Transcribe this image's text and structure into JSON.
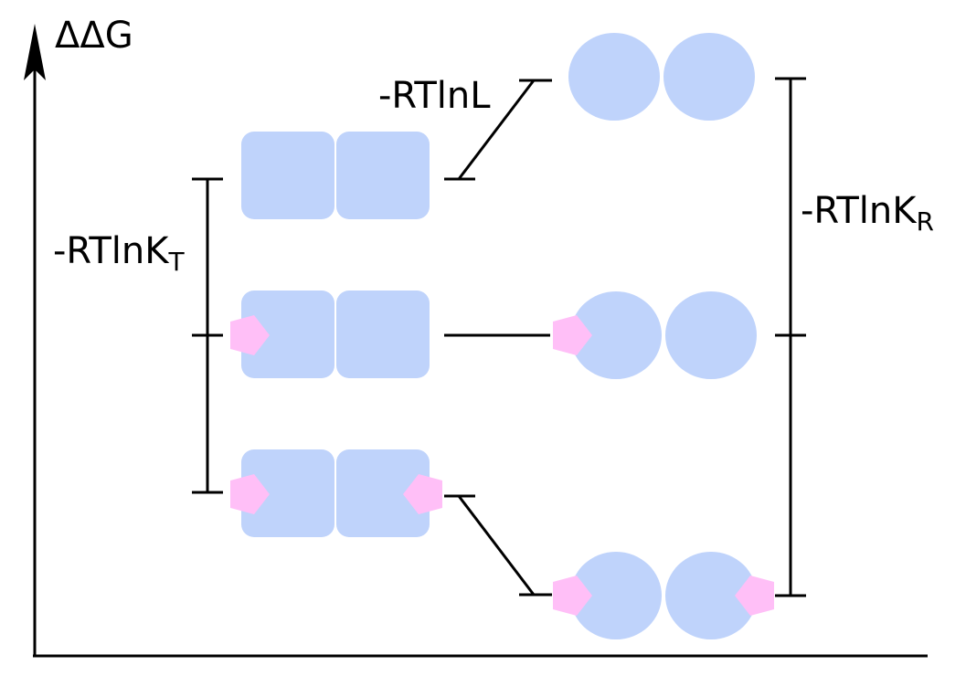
{
  "axis": {
    "y_label": "ΔΔG"
  },
  "energy_labels": {
    "kt": {
      "main": "-RTlnK",
      "sub": "T"
    },
    "l": {
      "main": "-RTlnL"
    },
    "kr": {
      "main": "-RTlnK",
      "sub": "R"
    }
  },
  "colors": {
    "subunit": "#bfd3fb",
    "ligand": "#ffbff7",
    "line": "#000000"
  },
  "states": {
    "T0": {
      "shape": "square-pair",
      "ligands_bound": 0
    },
    "T1": {
      "shape": "square-pair",
      "ligands_bound": 1
    },
    "T2": {
      "shape": "square-pair",
      "ligands_bound": 2
    },
    "R0": {
      "shape": "circle-pair",
      "ligands_bound": 0
    },
    "R1": {
      "shape": "circle-pair",
      "ligands_bound": 1
    },
    "R2": {
      "shape": "circle-pair",
      "ligands_bound": 2
    }
  }
}
